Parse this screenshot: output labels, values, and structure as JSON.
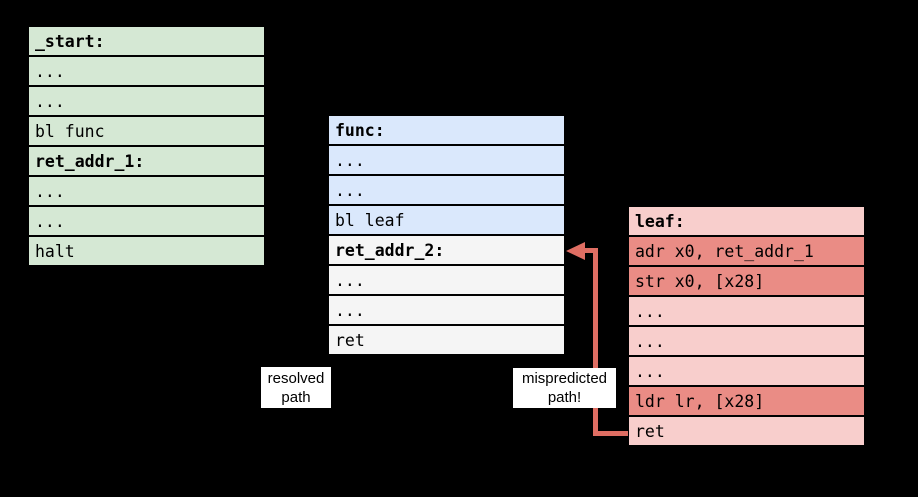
{
  "diagram": {
    "background": "#000000",
    "text_color": "#000000",
    "arrow_color": "#df6e63",
    "blocks": [
      {
        "name": "start-block",
        "default_fill": "#d5e8d4",
        "rows": [
          {
            "text": "_start:",
            "bold": true
          },
          {
            "text": "..."
          },
          {
            "text": "..."
          },
          {
            "text": "bl func"
          },
          {
            "text": "ret_addr_1:",
            "bold": true
          },
          {
            "text": "..."
          },
          {
            "text": "..."
          },
          {
            "text": "halt"
          }
        ]
      },
      {
        "name": "func-block",
        "default_fill": "#dae8fc",
        "rows": [
          {
            "text": "func:",
            "bold": true
          },
          {
            "text": "..."
          },
          {
            "text": "..."
          },
          {
            "text": "bl leaf"
          },
          {
            "text": "ret_addr_2:",
            "bold": true,
            "fill": "#f5f5f5"
          },
          {
            "text": "...",
            "fill": "#f5f5f5"
          },
          {
            "text": "...",
            "fill": "#f5f5f5"
          },
          {
            "text": "ret",
            "fill": "#f5f5f5"
          }
        ]
      },
      {
        "name": "leaf-block",
        "default_fill": "#f8cecc",
        "rows": [
          {
            "text": "leaf:",
            "bold": true
          },
          {
            "text": "adr x0, ret_addr_1",
            "fill": "#ea8c85"
          },
          {
            "text": "str x0, [x28]",
            "fill": "#ea8c85"
          },
          {
            "text": "..."
          },
          {
            "text": "..."
          },
          {
            "text": "..."
          },
          {
            "text": "ldr lr, [x28]",
            "fill": "#ea8c85"
          },
          {
            "text": "ret"
          }
        ]
      }
    ],
    "labels": {
      "resolved": {
        "line1": "resolved",
        "line2": "path"
      },
      "mispredicted": {
        "line1": "mispredicted",
        "line2": "path!"
      }
    }
  }
}
